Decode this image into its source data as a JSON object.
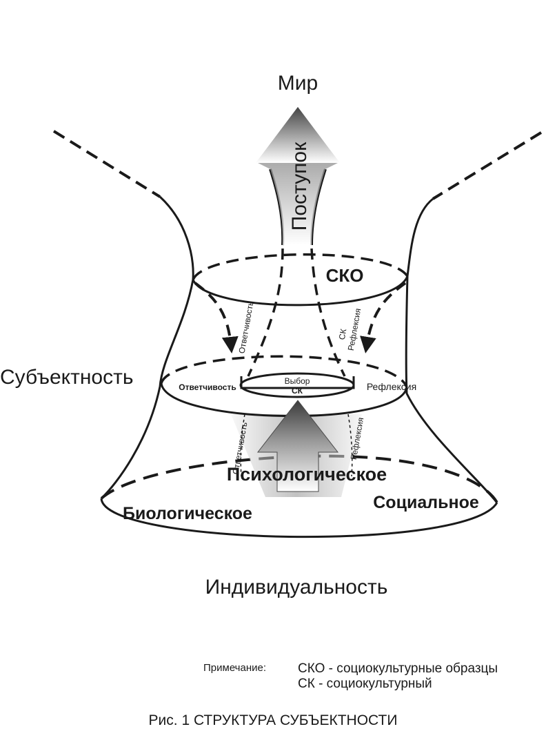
{
  "diagram": {
    "world_label": "Мир",
    "act_label": "Поступок",
    "sko_label": "СКО",
    "subjectness_label": "Субъектность",
    "responsibility_label": "Ответчивость",
    "reflection_label": "Рефлексия",
    "choice_label_line1": "Выбор",
    "choice_label_line2": "СК",
    "sk_label": "СК",
    "psychological_label": "Психологическое",
    "biological_label": "Биологическое",
    "social_label": "Социальное",
    "individuality_label": "Индивидуальность"
  },
  "note": {
    "heading": "Примечание:",
    "items": [
      "СКО - социокультурные образцы",
      "СК - социокультурный"
    ]
  },
  "caption": "Рис. 1  СТРУКТУРА СУБЪЕКТНОСТИ"
}
